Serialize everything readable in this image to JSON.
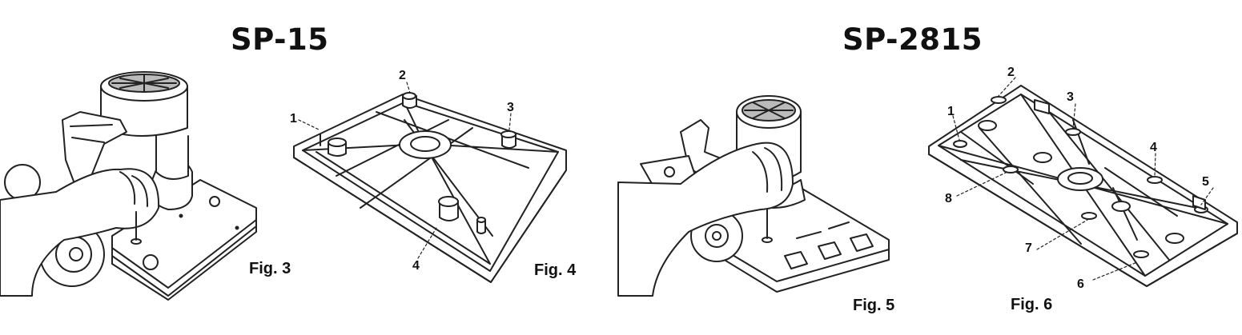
{
  "models": {
    "left": "SP-15",
    "right": "SP-2815"
  },
  "figures": {
    "fig3": "Fig. 3",
    "fig4": "Fig. 4",
    "fig5": "Fig. 5",
    "fig6": "Fig. 6"
  },
  "fig4_callouts": [
    "1",
    "2",
    "3",
    "4"
  ],
  "fig6_callouts": [
    "1",
    "2",
    "3",
    "4",
    "5",
    "6",
    "7",
    "8"
  ]
}
